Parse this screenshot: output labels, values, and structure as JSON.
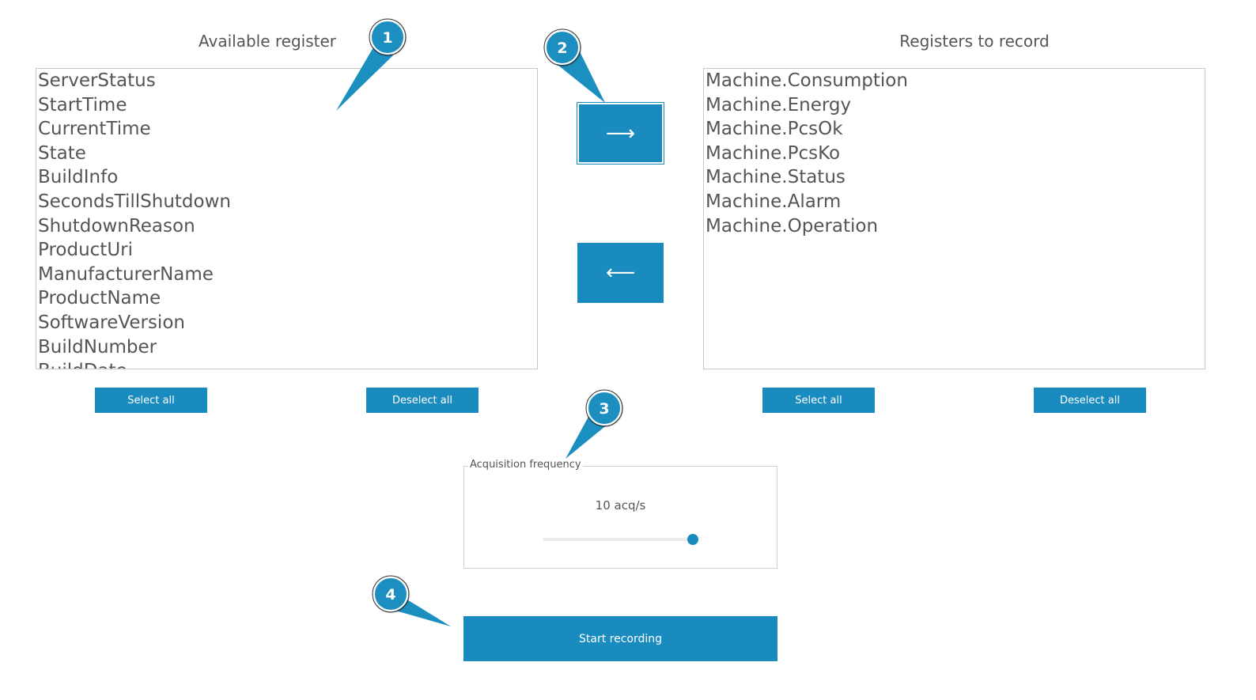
{
  "available": {
    "title": "Available register",
    "items": [
      "ServerStatus",
      "StartTime",
      "CurrentTime",
      "State",
      "BuildInfo",
      "SecondsTillShutdown",
      "ShutdownReason",
      "ProductUri",
      "ManufacturerName",
      "ProductName",
      "SoftwareVersion",
      "BuildNumber",
      "BuildDate"
    ],
    "select_all": "Select all",
    "deselect_all": "Deselect all"
  },
  "record": {
    "title": "Registers to record",
    "items": [
      "Machine.Consumption",
      "Machine.Energy",
      "Machine.PcsOk",
      "Machine.PcsKo",
      "Machine.Status",
      "Machine.Alarm",
      "Machine.Operation"
    ],
    "select_all": "Select all",
    "deselect_all": "Deselect all"
  },
  "transfer": {
    "add_glyph": "⟶",
    "remove_glyph": "⟵"
  },
  "acquisition": {
    "legend": "Acquisition frequency",
    "value_label": "10 acq/s",
    "slider_fraction": 1.0
  },
  "start_button": "Start recording",
  "callouts": [
    "1",
    "2",
    "3",
    "4"
  ],
  "colors": {
    "accent": "#1a8bbf",
    "callout": "#1b8fc0"
  }
}
